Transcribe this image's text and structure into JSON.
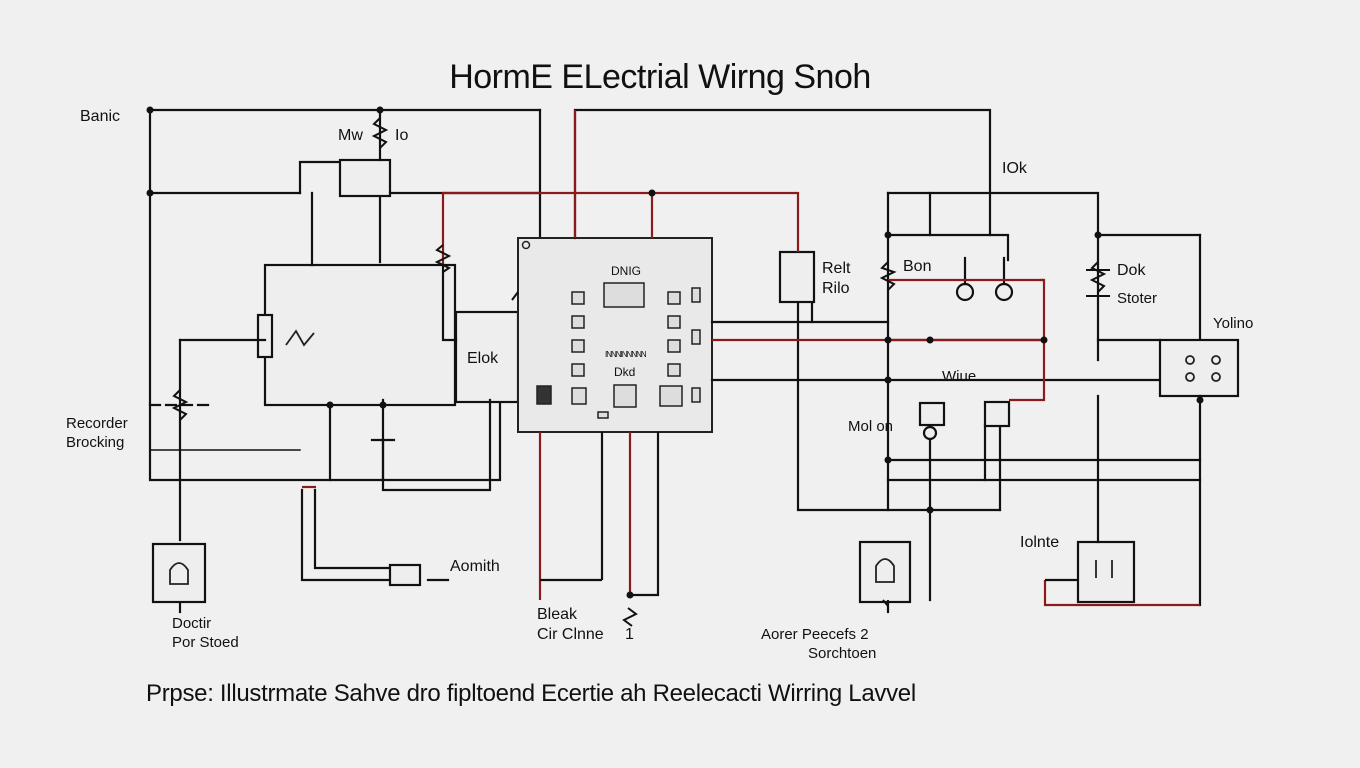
{
  "title": "HormE ELectrial Wirng Snoh",
  "footer": "Prpse: Illustrmate Sahve dro fipltoend Ecertie ah Reelecacti Wirring Lavvel",
  "labels": {
    "top_left": "Banic",
    "mw": "Mw",
    "to": "Io",
    "tok": "IOk",
    "relt": "Relt",
    "rilo": "Rilo",
    "bon": "Bon",
    "dok": "Dok",
    "stoter": "Stoter",
    "yolino": "Yolino",
    "white": "Wiue",
    "mol_on": "Mol on",
    "panel_inner": "DNIG",
    "panel_mid": "INNNINNNNN",
    "panel_low": "Dkd",
    "block": "Elok",
    "recorder": "Recorder",
    "brocking": "Brocking",
    "outlet_left_1": "Doctir",
    "outlet_left_2": "Por Stoed",
    "aomth": "Aomith",
    "breaker_1": "Bleak",
    "breaker_2": "Cir Clnne",
    "one": "1",
    "aorer_1": "Aorer Peecefs 2",
    "aorer_2": "Sorchtoen",
    "iolnte": "Iolnte"
  },
  "colors": {
    "background": "#f0f0f1",
    "wire": "#111111",
    "live_wire": "#8b1a1a",
    "panel_fill": "#e9e9ea",
    "panel_border": "#222222"
  }
}
